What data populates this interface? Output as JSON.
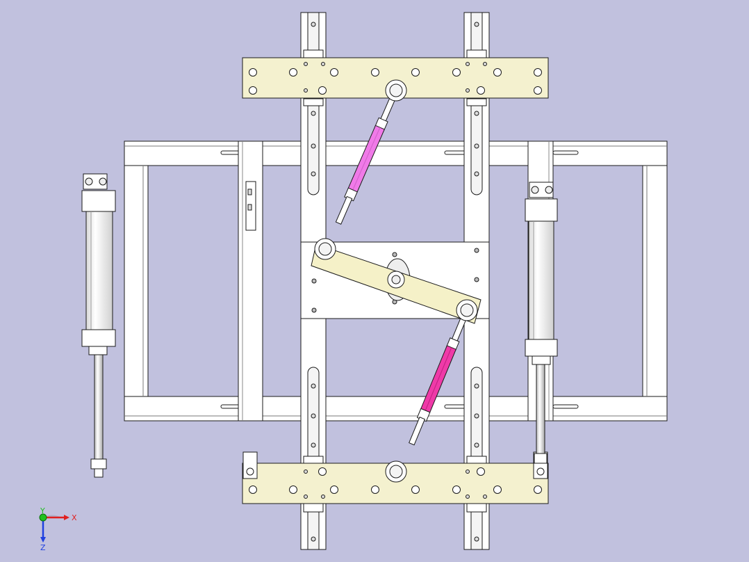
{
  "viewport": {
    "background": "#c1c1de",
    "part_fill": "#ffffff",
    "plate_fill": "#f4f1cf",
    "link_fill": "#f5f1c8",
    "cylinder_fill": "#f2f2f2",
    "turnbuckle_upper": "#f07ae8",
    "turnbuckle_lower": "#ef3aa8",
    "edge_color": "#1a1a1a"
  },
  "triad": {
    "x_label": "X",
    "y_label": "Y",
    "z_label": "Z",
    "x_color": "#e02020",
    "y_color": "#20c020",
    "z_color": "#2040e0",
    "icon": "coordinate-triad-icon"
  }
}
